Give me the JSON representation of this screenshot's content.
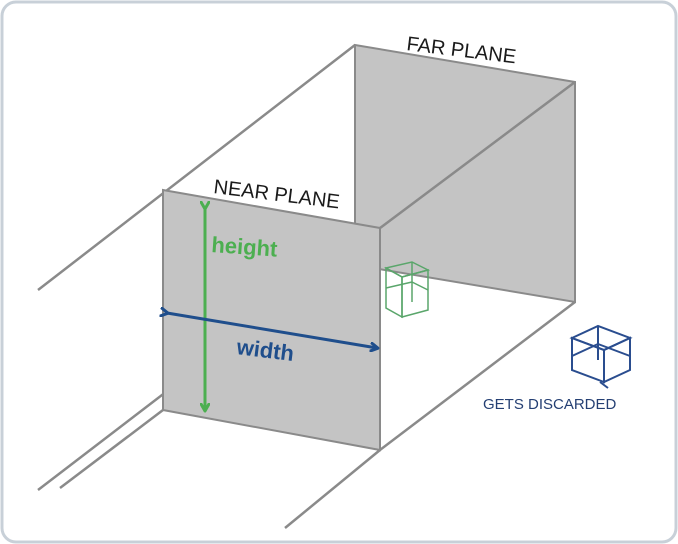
{
  "diagram": {
    "far_plane_label": "FAR PLANE",
    "near_plane_label": "NEAR PLANE",
    "height_label": "height",
    "width_label": "width",
    "discarded_label": "GETS DISCARDED"
  },
  "colors": {
    "plane_fill": "#c4c4c4",
    "edge": "#8a8a8a",
    "green": "#4caf50",
    "blue": "#1f4e8c",
    "cube_blue": "#2a4d8f",
    "cube_green": "#5aa66b",
    "label_blue": "#243f73"
  }
}
